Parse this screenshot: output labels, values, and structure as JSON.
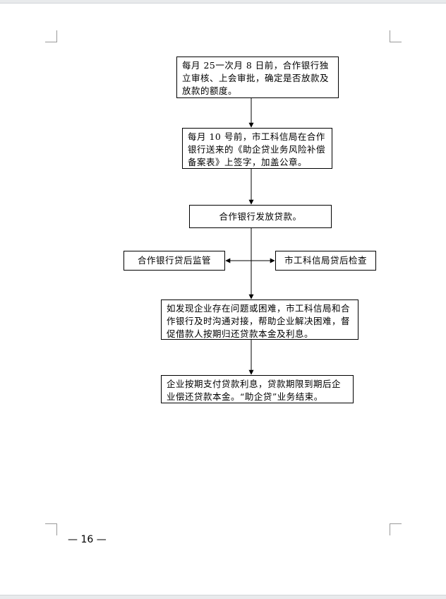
{
  "flowchart": {
    "step1": "每月 25一次月 8 日前，合作银行独立审核、上会审批，确定是否放款及放款的额度。",
    "step2": "每月 10 号前，市工科信局在合作银行送来的《助企贷业务风险补偿备案表》上签字，加盖公章。",
    "step3": "合作银行发放贷款。",
    "step4_left": "合作银行贷后监管",
    "step4_right": "市工科信局贷后检查",
    "step5": "如发现企业存在问题或困难，市工科信局和合作银行及时沟通对接，帮助企业解决困难，督促借款人按期归还贷款本金及利息。",
    "step6": "企业按期支付贷款利息，贷款期限到期后企业偿还贷款本金。“助企贷”业务结束。"
  },
  "footer": {
    "page_number": "— 16 —"
  }
}
